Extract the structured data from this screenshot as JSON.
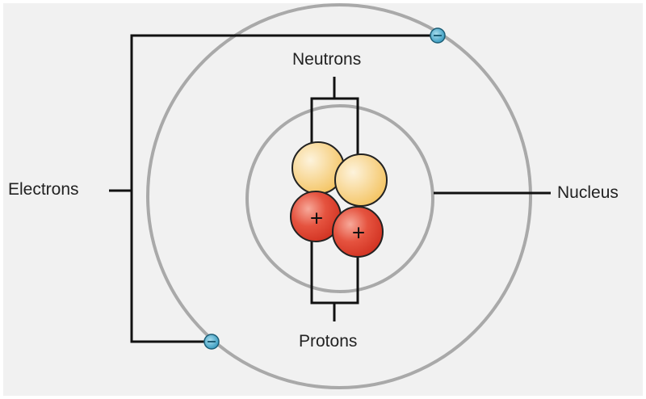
{
  "title": "Atom structure diagram",
  "labels": {
    "electrons": "Electrons",
    "neutrons": "Neutrons",
    "protons": "Protons",
    "nucleus": "Nucleus"
  },
  "proton_sign": "+",
  "colors": {
    "background": "#f1f1f1",
    "orbit": "#a9a9a9",
    "line": "#111111",
    "neutron": "#f7cf72",
    "proton": "#e2412f",
    "electron": "#3aa6c9"
  }
}
